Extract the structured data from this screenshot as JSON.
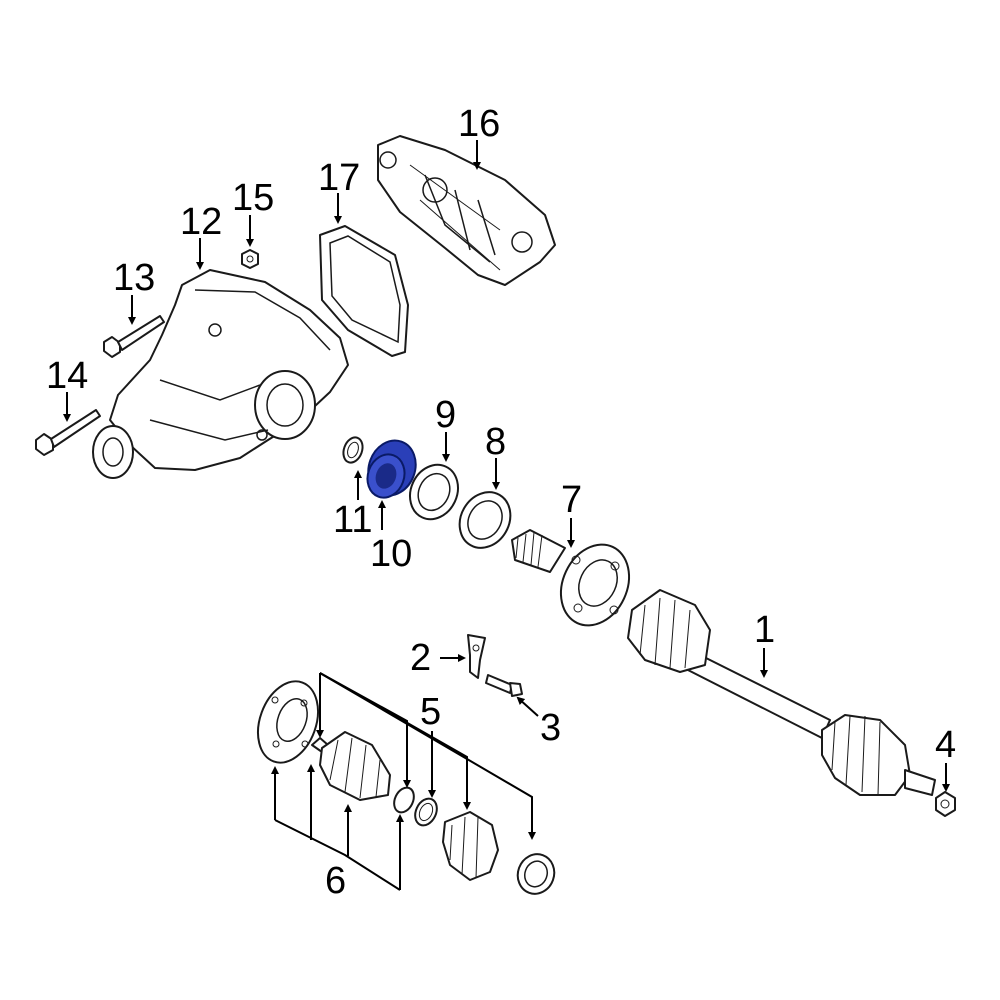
{
  "diagram": {
    "callouts": {
      "c1": "1",
      "c2": "2",
      "c3": "3",
      "c4": "4",
      "c5": "5",
      "c6": "6",
      "c7": "7",
      "c8": "8",
      "c9": "9",
      "c10": "10",
      "c11": "11",
      "c12": "12",
      "c13": "13",
      "c14": "14",
      "c15": "15",
      "c16": "16",
      "c17": "17"
    },
    "highlighted_part": "10",
    "highlight_color": "#2a3fb8",
    "line_color": "#1a1a1a"
  }
}
